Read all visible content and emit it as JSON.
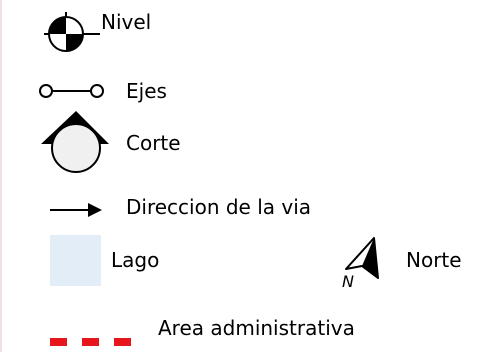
{
  "legend": {
    "items": [
      {
        "label": "Nivel",
        "icon": "level-marker-icon"
      },
      {
        "label": "Ejes",
        "icon": "axis-line-icon"
      },
      {
        "label": "Corte",
        "icon": "section-cut-icon"
      },
      {
        "label": "Direccion de la via",
        "icon": "arrow-right-icon"
      },
      {
        "label": "Lago",
        "icon": "lake-swatch-icon",
        "color": "#e3edf7"
      },
      {
        "label": "Norte",
        "icon": "north-arrow-icon",
        "letter": "N"
      },
      {
        "label": "Area administrativa",
        "icon": "dashed-boundary-icon",
        "color": "#e8151c"
      }
    ]
  }
}
